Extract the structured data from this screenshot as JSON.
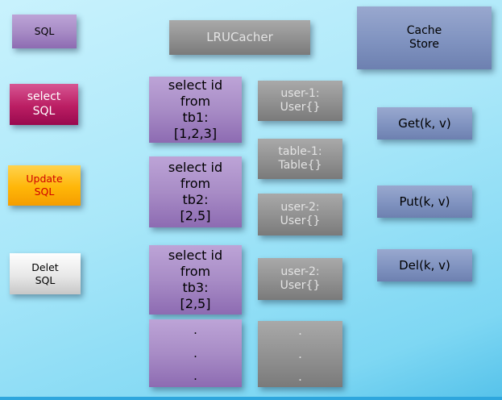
{
  "left_column": {
    "sql": "SQL",
    "select_sql": "select\nSQL",
    "update_sql": "Update\nSQL",
    "delete_sql": "Delet\nSQL"
  },
  "header": {
    "lru_cacher": "LRUCacher",
    "cache_store": "Cache\nStore"
  },
  "queries": [
    {
      "text": "select id\nfrom\ntb1:\n[1,2,3]"
    },
    {
      "text": "select id\nfrom\ntb2:\n[2,5]"
    },
    {
      "text": "select id\nfrom\ntb3:\n[2,5]"
    },
    {
      "text": ".\n.\n."
    }
  ],
  "cache_entries": [
    {
      "text": "user-1:\nUser{}"
    },
    {
      "text": "table-1:\nTable{}"
    },
    {
      "text": "user-2:\nUser{}"
    },
    {
      "text": "user-2:\nUser{}"
    },
    {
      "text": ".\n.\n."
    }
  ],
  "operations": [
    {
      "text": "Get(k, v)"
    },
    {
      "text": "Put(k, v)"
    },
    {
      "text": "Del(k, v)"
    }
  ],
  "colors": {
    "background_top": "#c9f2fd",
    "background_bottom": "#55c2ea",
    "purple": "#a88cc6",
    "magenta": "#bb1e63",
    "orange": "#ffb608",
    "gray": "#909090",
    "slate_blue": "#8093c0"
  }
}
